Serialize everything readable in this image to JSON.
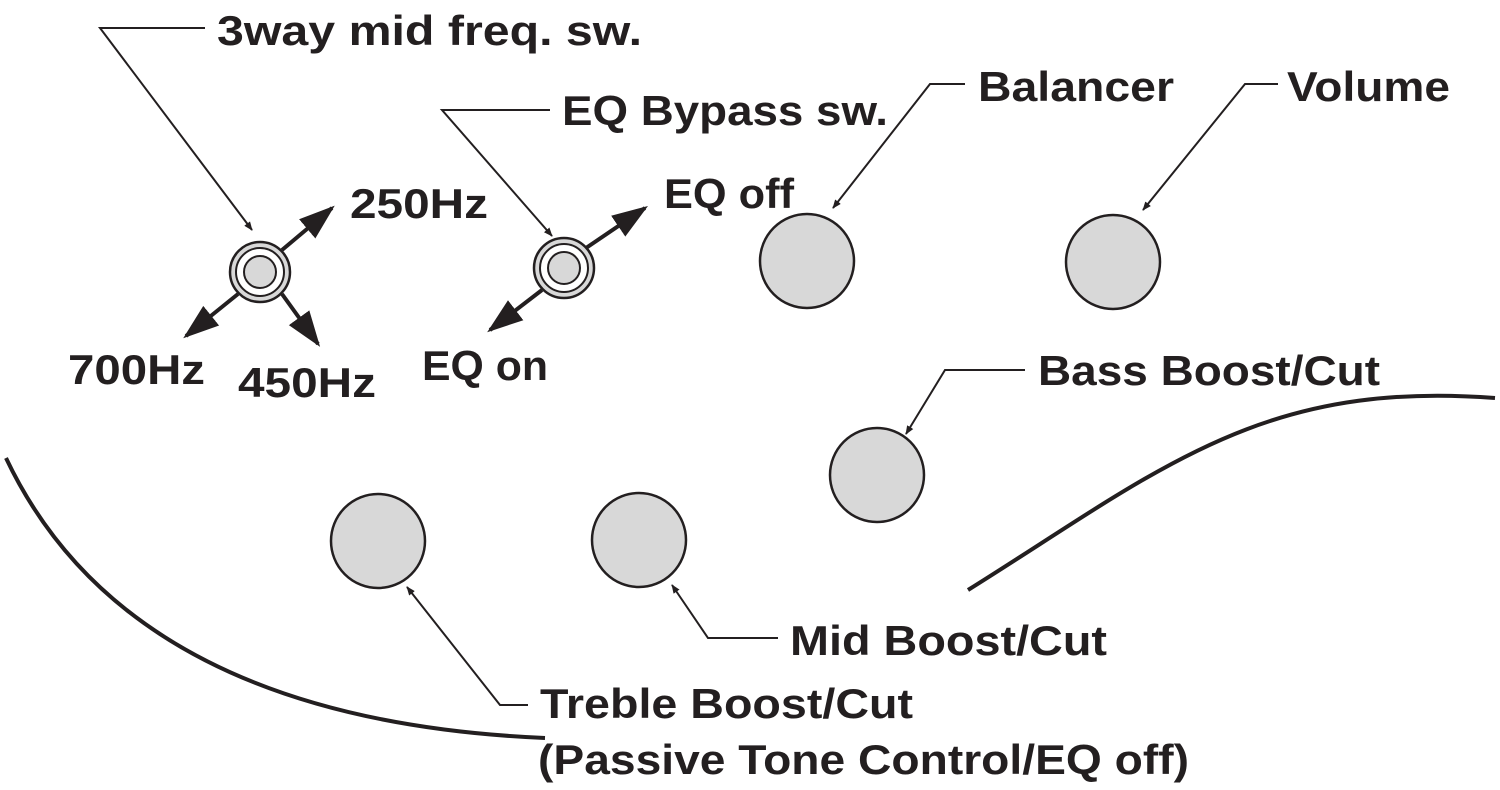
{
  "labels": {
    "mid_freq_switch": "3way mid freq. sw.",
    "freq_250": "250Hz",
    "freq_700": "700Hz",
    "freq_450": "450Hz",
    "eq_bypass_switch": "EQ Bypass sw.",
    "eq_off": "EQ off",
    "eq_on": "EQ on",
    "balancer": "Balancer",
    "volume": "Volume",
    "bass": "Bass Boost/Cut",
    "mid": "Mid Boost/Cut",
    "treble_line1": "Treble Boost/Cut",
    "treble_line2": "(Passive Tone Control/EQ off)"
  },
  "colors": {
    "ink": "#231f20",
    "control_fill": "#d8d8d8",
    "background": "#ffffff"
  }
}
